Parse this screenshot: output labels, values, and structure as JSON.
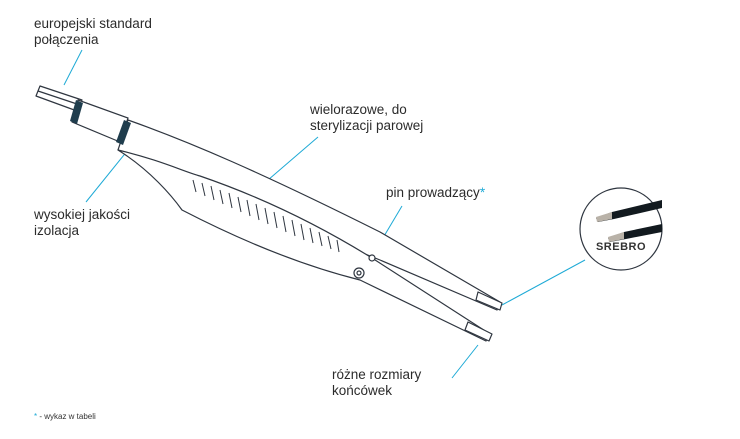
{
  "labels": {
    "connector": [
      "europejski standard",
      "połączenia"
    ],
    "reusable": [
      "wielorazowe, do",
      "sterylizacji parowej"
    ],
    "guide_pin": "pin prowadzący",
    "guide_pin_marker": "*",
    "insulation": [
      "wysokiej jakości",
      "izolacja"
    ],
    "tip_sizes": [
      "różne rozmiary",
      "końcówek"
    ]
  },
  "inset": {
    "label": "SREBRO"
  },
  "footnote": {
    "marker": "*",
    "text": " - wykaz w tabeli"
  },
  "colors": {
    "accent": "#1eaad6",
    "outline": "#2f3640",
    "band": "#1f3d4d",
    "tip_dark": "#121a1f",
    "tip_silver": "#b9b2a8"
  }
}
